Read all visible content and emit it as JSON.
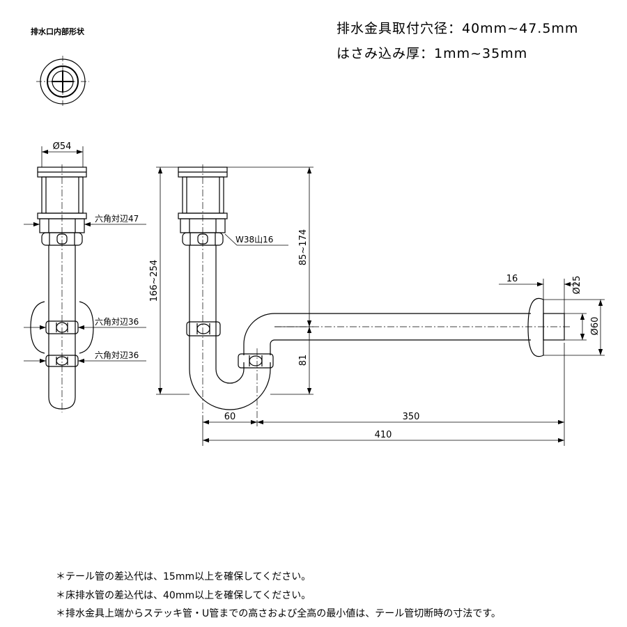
{
  "spec": {
    "hole_diameter": "排水金具取付穴径：40mm~47.5mm",
    "thickness": "はさみ込み厚：1mm~35mm"
  },
  "section_title": "排水口内部形状",
  "labels": {
    "dia54": "Ø54",
    "hex47": "六角対辺47",
    "hex36_upper": "六角対辺36",
    "hex36_lower": "六角対辺36",
    "thread": "W38山16",
    "dim16": "16",
    "dia25": "Ø25",
    "dia60": "Ø60",
    "height_total": "166~254",
    "height_upper": "85~174",
    "height_trap": "81",
    "len60": "60",
    "len350": "350",
    "len410": "410"
  },
  "notes": [
    "＊テール管の差込代は、15mm以上を確保してください。",
    "＊床排水管の差込代は、40mm以上を確保してください。",
    "＊排水金具上端からステッキ管・U管までの高さおよび全高の最小値は、テール管切断時の寸法です。"
  ]
}
